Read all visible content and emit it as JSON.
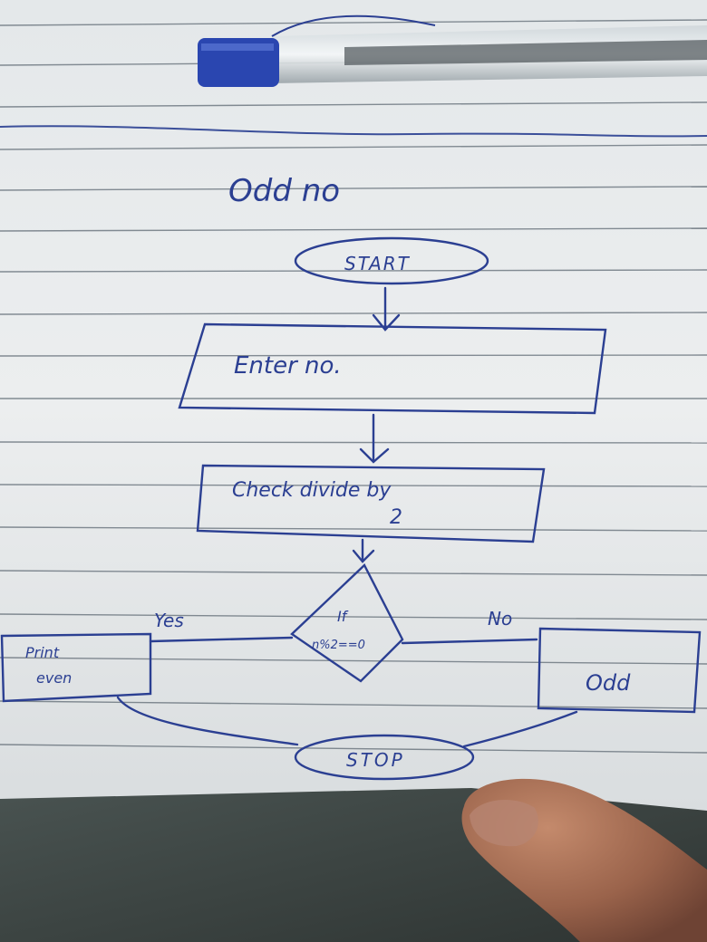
{
  "photo": {
    "subject": "handwritten-flowchart-on-ruled-paper",
    "colors": {
      "paper": "#e8ebec",
      "ink": "#2b3f92",
      "rule_line": "#5a6570",
      "table": "#3c4442",
      "pen_cap": "#2a46b0",
      "finger": "#a8705a"
    },
    "objects": [
      "ballpoint-pen",
      "ruled-paper",
      "finger"
    ]
  },
  "flowchart": {
    "title": "Odd no",
    "start_label": "START",
    "input_label": "Enter no.",
    "process_label_line1": "Check divide by",
    "process_label_line2": "2",
    "decision_label_line1": "If",
    "decision_label_line2": "n%2==0",
    "yes_label": "Yes",
    "no_label": "No",
    "yes_box_line1": "Print",
    "yes_box_line2": "even",
    "no_box_label": "Odd",
    "stop_label": "STOP"
  }
}
